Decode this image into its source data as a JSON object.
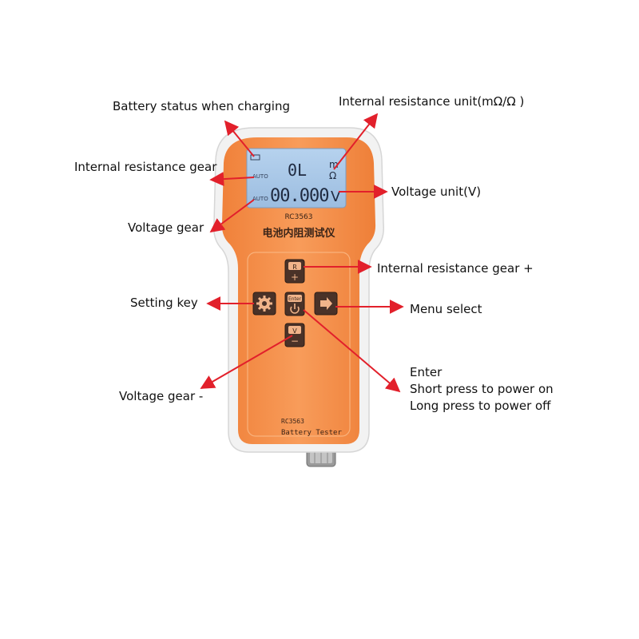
{
  "device": {
    "model_top": "RC3563",
    "name_cn": "电池内阻测试仪",
    "model_bottom": "RC3563",
    "name_en": "Battery Tester",
    "lcd": {
      "auto_top": "AUTO",
      "auto_bottom": "AUTO",
      "resistance_reading": "0L",
      "resistance_unit_top": "m",
      "resistance_unit_bottom": "Ω",
      "voltage_reading": "00.000",
      "voltage_unit": "V"
    },
    "keys": {
      "r_plus_top": "R",
      "r_plus_bottom": "+",
      "v_minus_top": "V",
      "v_minus_bottom": "−",
      "enter_top": "Enter"
    }
  },
  "callouts": {
    "battery_status": "Battery status when charging",
    "ir_unit": "Internal resistance unit(mΩ/Ω )",
    "ir_gear": "Internal resistance gear",
    "voltage_unit": "Voltage unit(V)",
    "voltage_gear": "Voltage gear",
    "ir_gear_plus": "Internal resistance gear +",
    "setting_key": "Setting key",
    "menu_select": "Menu select",
    "voltage_gear_minus": "Voltage gear -",
    "enter_line1": "Enter",
    "enter_line2": "Short press to power on",
    "enter_line3": "Long press to power off"
  },
  "colors": {
    "body_orange": "#f5934a",
    "body_white": "#f2f2f2",
    "lcd_blue": "#a9c7e6",
    "key_dark": "#4a3228",
    "arrow_red": "#e2202b"
  }
}
